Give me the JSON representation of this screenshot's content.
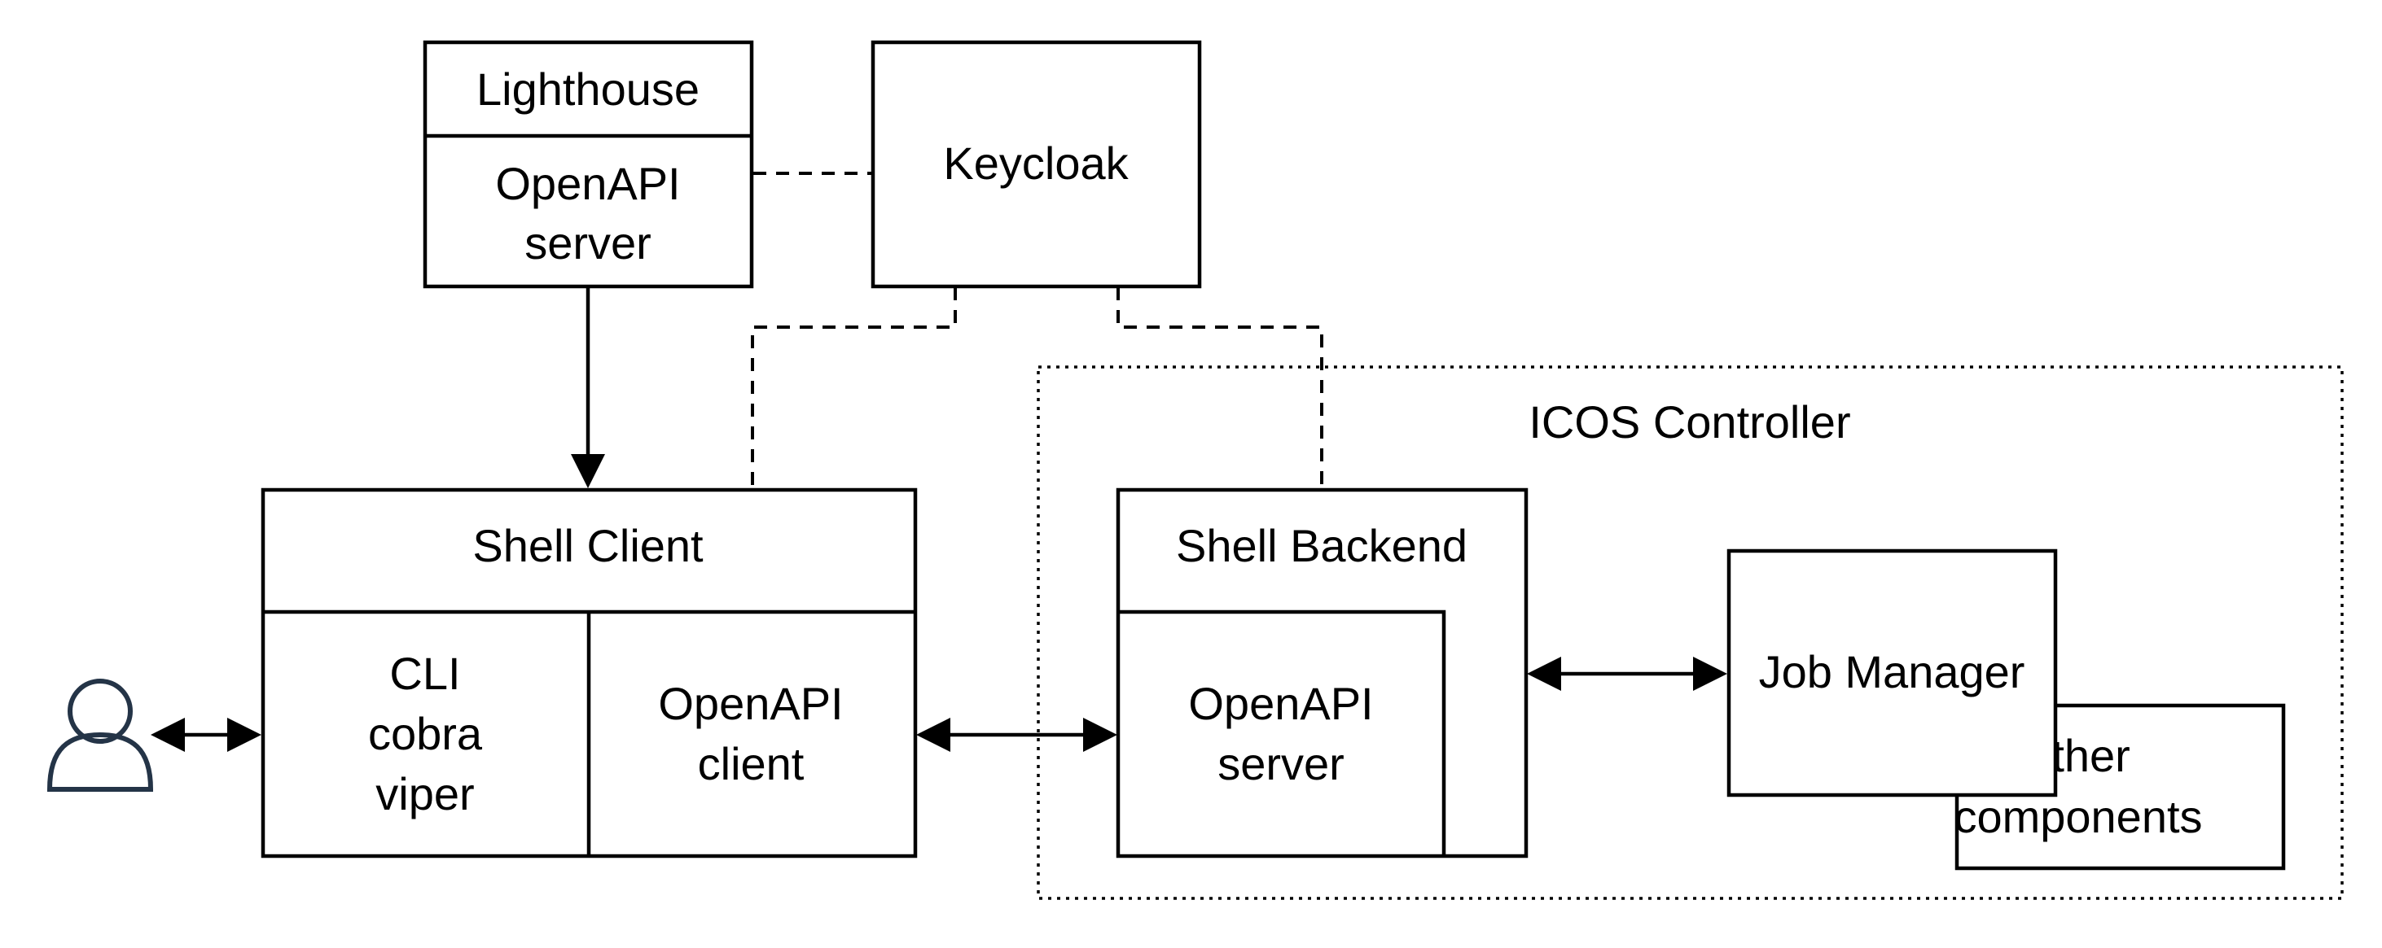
{
  "diagram": {
    "lighthouse": {
      "title": "Lighthouse",
      "line1": "OpenAPI",
      "line2": "server"
    },
    "keycloak": {
      "label": "Keycloak"
    },
    "shell_client": {
      "title": "Shell Client",
      "cli": [
        "CLI",
        "cobra",
        "viper"
      ],
      "openapi_client": [
        "OpenAPI",
        "client"
      ]
    },
    "icos_controller": {
      "label": "ICOS Controller"
    },
    "shell_backend": {
      "title": "Shell Backend",
      "line1": "OpenAPI",
      "line2": "server"
    },
    "job_manager": {
      "label": "Job Manager"
    },
    "other_components": {
      "line1": "other",
      "line2": "components"
    },
    "colors": {
      "stroke": "#000000",
      "user_icon": "#243447",
      "background": "#ffffff"
    },
    "icons": {
      "user": "user-icon"
    }
  }
}
